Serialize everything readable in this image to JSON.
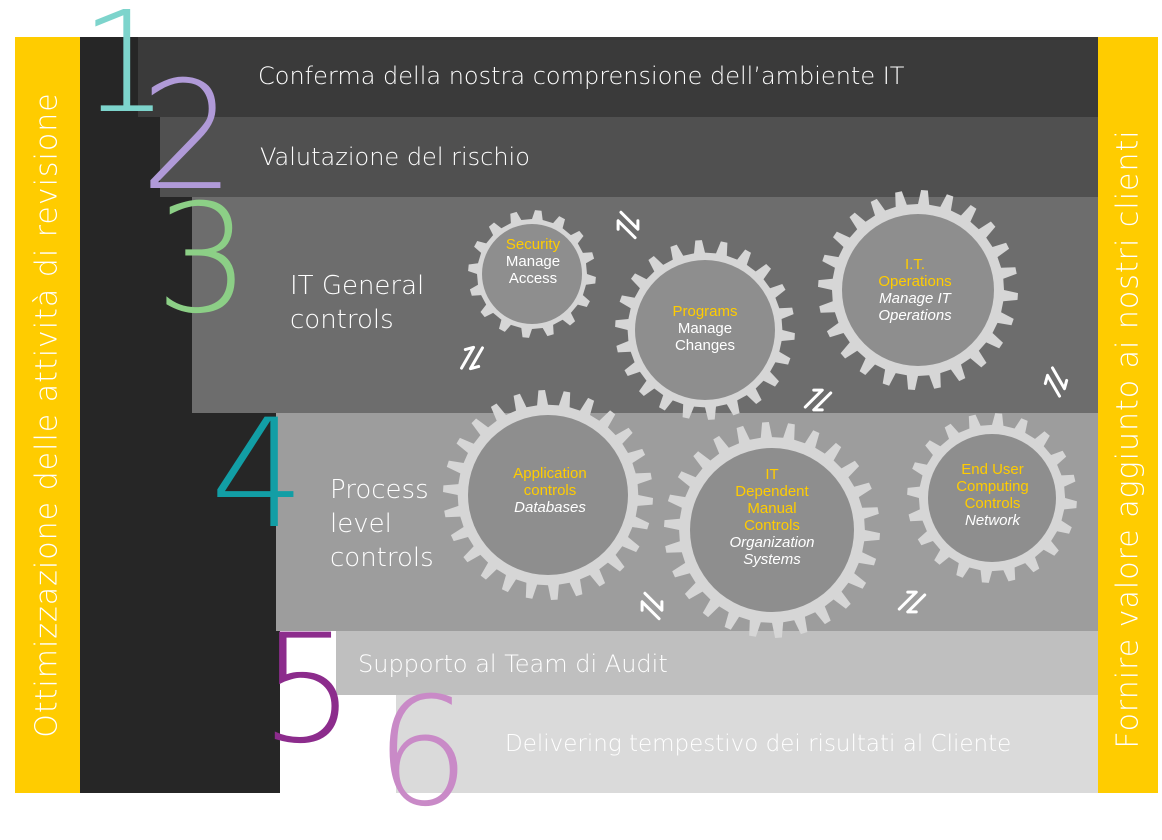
{
  "left_banner": "Ottimizzazione delle attività di revisione",
  "right_banner": "Fornire valore aggiunto ai nostri clienti",
  "steps": [
    {
      "number": "1",
      "title": "Conferma della nostra comprensione dell’ambiente IT"
    },
    {
      "number": "2",
      "title": "Valutazione del rischio"
    },
    {
      "number": "3",
      "title": "IT General\ncontrols"
    },
    {
      "number": "4",
      "title": "Process\nlevel\ncontrols"
    },
    {
      "number": "5",
      "title": "Supporto al Team di Audit"
    },
    {
      "number": "6",
      "title": "Delivering tempestivo dei risultati al Cliente"
    }
  ],
  "gears": {
    "security": {
      "title": "Security",
      "sub1": "Manage",
      "sub2": "Access"
    },
    "programs": {
      "title": "Programs",
      "sub1": "Manage",
      "sub2": "Changes"
    },
    "operations": {
      "title1": "I.T.",
      "title2": "Operations",
      "sub1": "Manage IT",
      "sub2": "Operations"
    },
    "application": {
      "title1": "Application",
      "title2": "controls",
      "sub1": "Databases"
    },
    "manual": {
      "title1": "IT",
      "title2": "Dependent",
      "title3": "Manual",
      "title4": "Controls",
      "sub1": "Organization",
      "sub2": "Systems"
    },
    "enduser": {
      "title1": "End User",
      "title2": "Computing",
      "title3": "Controls",
      "sub1": "Network"
    }
  },
  "colors": {
    "accent_yellow": "#ffcc00",
    "num1": "#7dd4cc",
    "num2": "#b09ad8",
    "num3": "#8ccf86",
    "num4": "#129ea5",
    "num5": "#8c2c8c",
    "num6": "#c98ac7"
  }
}
